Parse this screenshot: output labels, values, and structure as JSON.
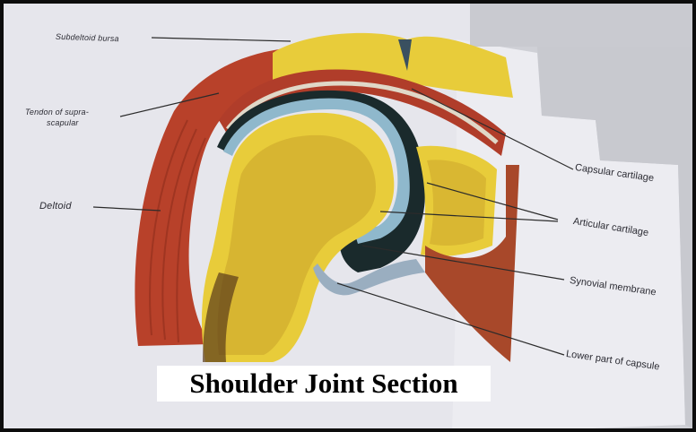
{
  "figure": {
    "caption": "Shoulder Joint Section",
    "labels_left": {
      "subdeltoid_bursa": "Subdeltoid bursa",
      "tendon_line1": "Tendon of supra-",
      "tendon_line2": "scapular",
      "deltoid": "Deltoid"
    },
    "labels_right": {
      "capsular_cartilage": "Capsular cartilage",
      "articular_cartilage": "Articular cartilage",
      "synovial_membrane": "Synovial membrane",
      "lower_capsule": "Lower part of capsule"
    }
  },
  "colors": {
    "muscle": "#b8412a",
    "bone": "#e8cc3a",
    "cartilage": "#8fb8cc",
    "cavity": "#1a2a2c",
    "page": "#e4e4ea"
  }
}
